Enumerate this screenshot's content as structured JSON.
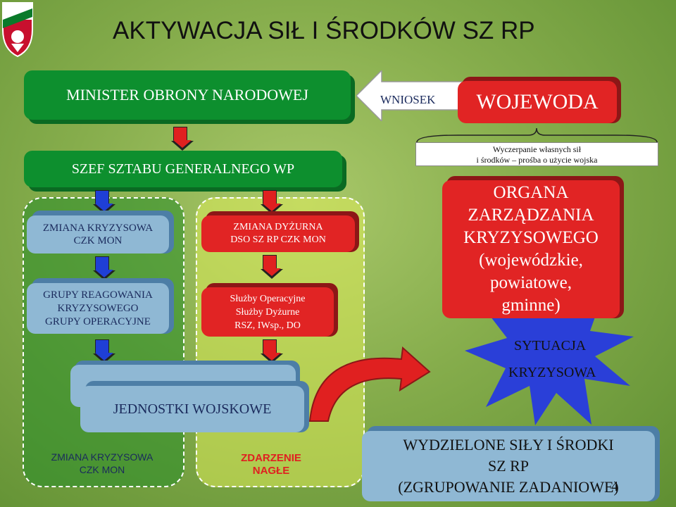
{
  "title": "AKTYWACJA SIŁ I ŚRODKÓW SZ RP",
  "boxes": {
    "minister": "MINISTER OBRONY NARODOWEJ",
    "wojewoda": "WOJEWODA",
    "wniosek": "WNIOSEK",
    "szef_sztabu": "SZEF SZTABU GENERALNEGO WP",
    "zmiana_kryzysowa_czk": [
      "ZMIANA KRYZYSOWA",
      "CZK MON"
    ],
    "grupy": [
      "GRUPY REAGOWANIA",
      "KRYZYSOWEGO",
      "GRUPY OPERACYJNE"
    ],
    "zmiana_dyzurna": [
      "ZMIANA  DYŻURNA",
      "DSO SZ RP CZK MON"
    ],
    "sluzby": [
      "Służby Operacyjne",
      "Służby Dyżurne",
      "RSZ, IWsp., DO"
    ],
    "jednostki": "JEDNOSTKI WOJSKOWE",
    "zmiana_kryzysowa_bottom": [
      "ZMIANA KRYZYSOWA",
      "CZK MON"
    ],
    "zdarzenie": [
      "ZDARZENIE",
      "NAGŁE"
    ],
    "wyczerpanie": [
      "Wyczerpanie własnych sił",
      "i środków – prośba o użycie wojska"
    ],
    "organa": [
      "ORGANA",
      "ZARZĄDZANIA",
      "KRYZYSOWEGO",
      "(wojewódzkie,",
      "powiatowe,",
      "gminne)"
    ],
    "sytuacja": [
      "SYTUACJA",
      "KRYZYSOWA"
    ],
    "wydzielone": [
      "WYDZIELONE SIŁY I ŚRODKI",
      "SZ RP",
      "(ZGRUPOWANIE ZADANIOWE)"
    ],
    "page_number": "4"
  },
  "colors": {
    "green": "#0d8f2e",
    "blue_box": "#8fb8d4",
    "red": "#e12424",
    "arrow_blue": "#1f3fd6",
    "arrow_red": "#e02020",
    "starburst": "#2a3fd8"
  }
}
